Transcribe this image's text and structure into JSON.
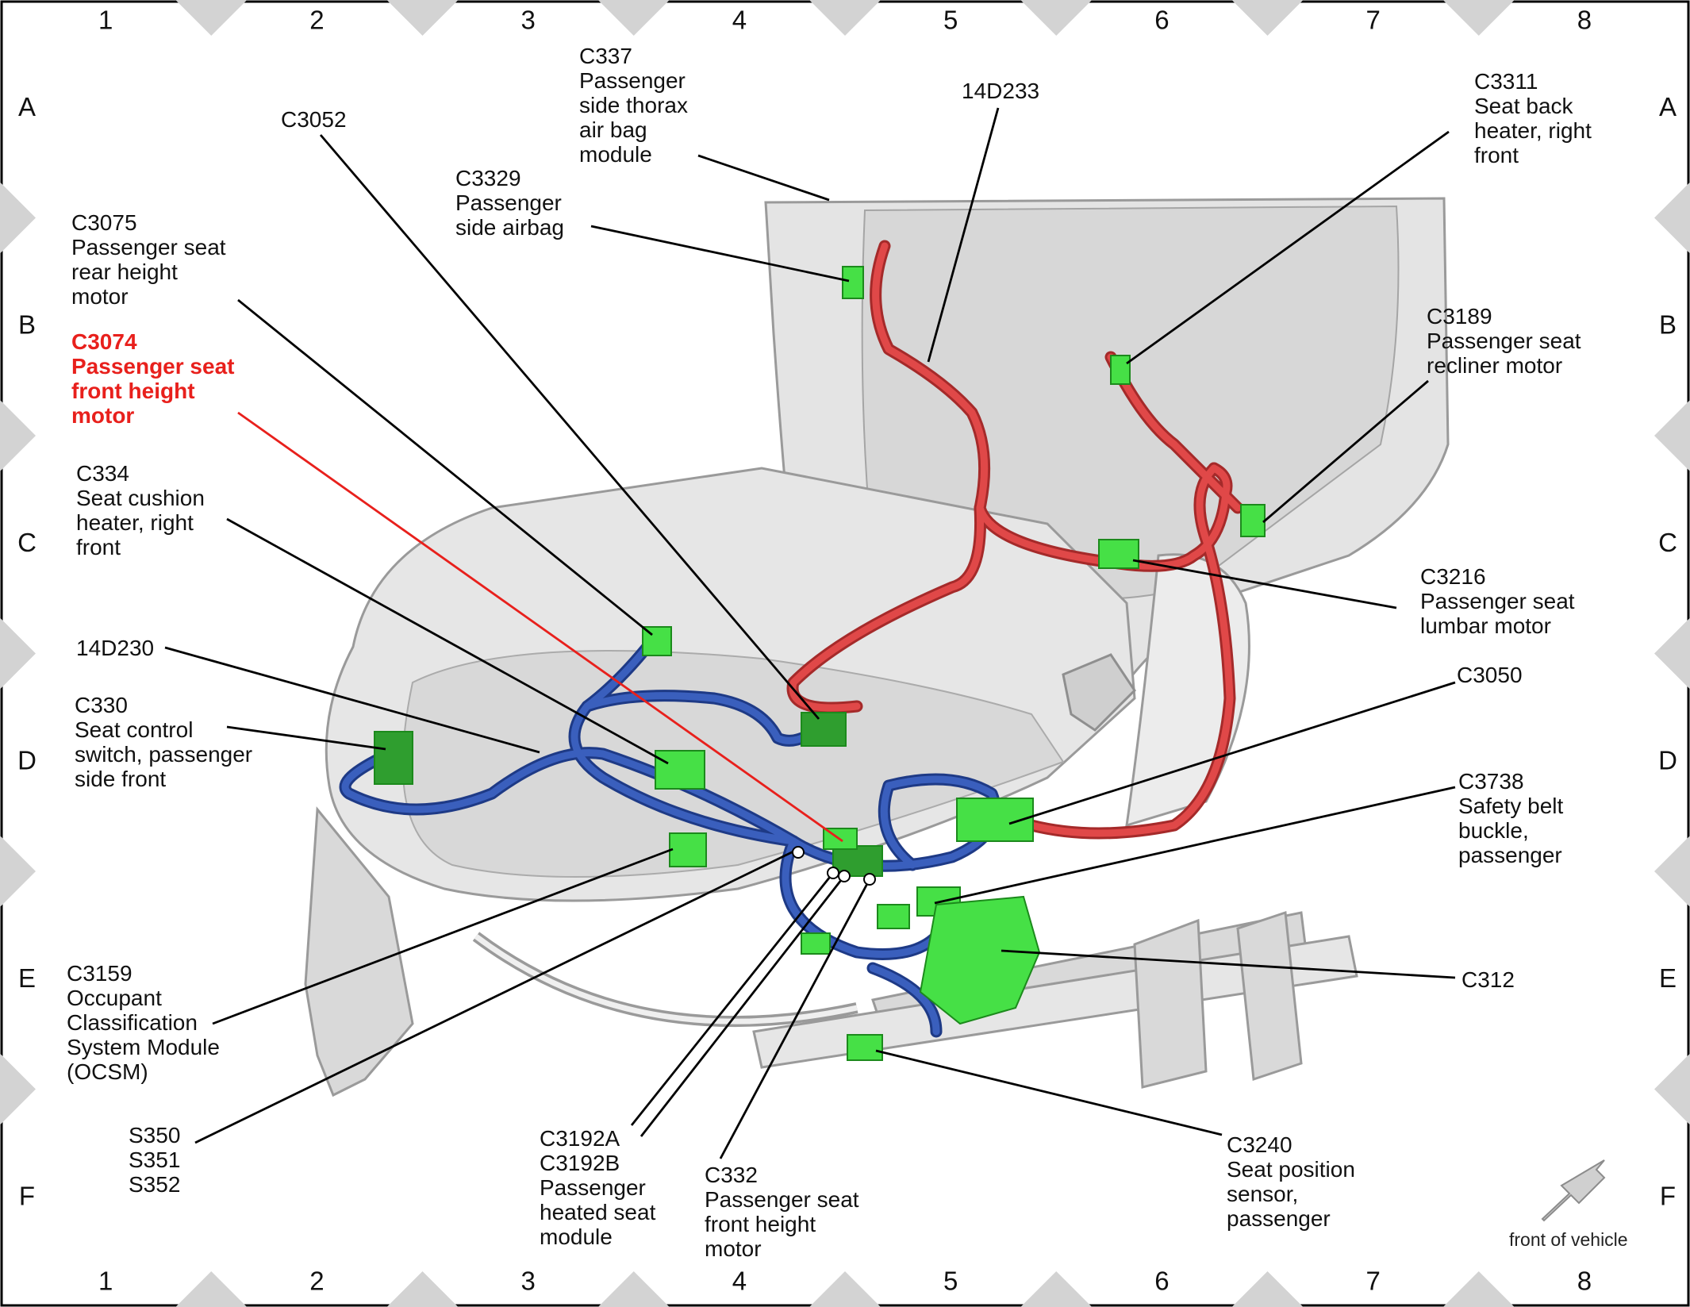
{
  "grid": {
    "columns": [
      "1",
      "2",
      "3",
      "4",
      "5",
      "6",
      "7",
      "8"
    ],
    "rows": [
      "A",
      "B",
      "C",
      "D",
      "E",
      "F"
    ]
  },
  "labels": {
    "c337": [
      "C337",
      "Passenger",
      "side thorax",
      "air bag",
      "module"
    ],
    "d14d233": [
      "14D233"
    ],
    "c3311": [
      "C3311",
      "Seat back",
      "heater, right",
      "front"
    ],
    "c3052": [
      "C3052"
    ],
    "c3329": [
      "C3329",
      "Passenger",
      "side airbag"
    ],
    "c3075": [
      "C3075",
      "Passenger seat",
      "rear height",
      "motor"
    ],
    "c3189": [
      "C3189",
      "Passenger seat",
      "recliner motor"
    ],
    "c3074": [
      "C3074",
      "Passenger seat",
      "front height",
      "motor"
    ],
    "c334": [
      "C334",
      "Seat cushion",
      "heater, right",
      "front"
    ],
    "c3216": [
      "C3216",
      "Passenger seat",
      "lumbar motor"
    ],
    "d14d230": [
      "14D230"
    ],
    "c3050": [
      "C3050"
    ],
    "c330": [
      "C330",
      "Seat control",
      "switch, passenger",
      "side front"
    ],
    "c3738": [
      "C3738",
      "Safety belt",
      "buckle,",
      "passenger"
    ],
    "c3159": [
      "C3159",
      "Occupant",
      "Classification",
      "System Module",
      "(OCSM)"
    ],
    "c312": [
      "C312"
    ],
    "s350": [
      "S350",
      "S351",
      "S352"
    ],
    "c3192": [
      "C3192A",
      "C3192B",
      "Passenger",
      "heated seat",
      "module"
    ],
    "c332": [
      "C332",
      "Passenger seat",
      "front height",
      "motor"
    ],
    "c3240": [
      "C3240",
      "Seat position",
      "sensor,",
      "passenger"
    ]
  },
  "front_indicator": "front of vehicle",
  "colors": {
    "highlight": "#e8201c",
    "harness_red": "#e04848",
    "harness_blue": "#3a5fbd",
    "connector": "#46e046",
    "seat_fill": "#e4e4e4",
    "seat_stroke": "#9a9a9a",
    "grid_triangle": "#d3d3d3"
  }
}
